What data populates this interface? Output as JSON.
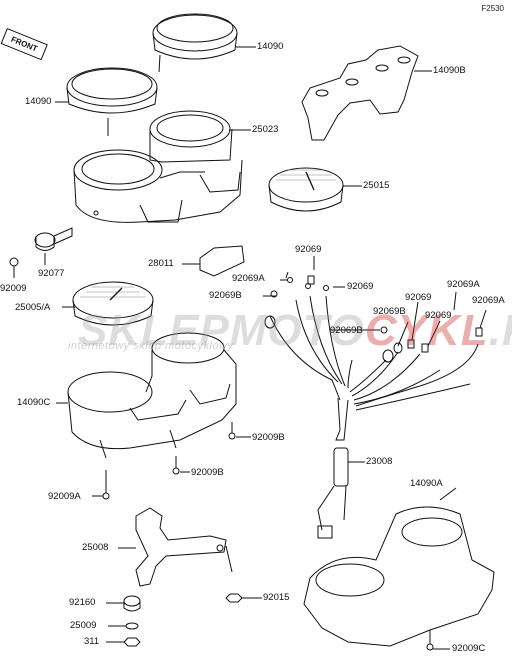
{
  "diagram": {
    "ref_code": "F2530",
    "front_tag": "FRONT",
    "watermark": {
      "part1": "SKLEPMOTO",
      "part2": "CYKL",
      "part3": ".PL",
      "sub": "internetowy sklep motocyklowy"
    },
    "labels": {
      "l14090_top": "14090",
      "l14090_left": "14090",
      "l14090B": "14090B",
      "l25023": "25023",
      "l25015": "25015",
      "l92009": "92009",
      "l92077": "92077",
      "l28011": "28011",
      "l92069_top": "92069",
      "l92069A_mid": "92069A",
      "l92069_mid": "92069",
      "l92069B_left": "92069B",
      "l92069_r1": "92069",
      "l92069A_r1": "92069A",
      "l92069B_r": "92069B",
      "l92069_r2": "92069",
      "l92069A_r2": "92069A",
      "l92069B_center": "92069B",
      "l25005A": "25005/A",
      "l14090C": "14090C",
      "l92009B_1": "92009B",
      "l92009B_2": "92009B",
      "l92009A": "92009A",
      "l23008": "23008",
      "l14090A": "14090A",
      "l25008": "25008",
      "l92160": "92160",
      "l92015": "92015",
      "l25009": "25009",
      "l311": "311",
      "l92009C": "92009C"
    }
  }
}
